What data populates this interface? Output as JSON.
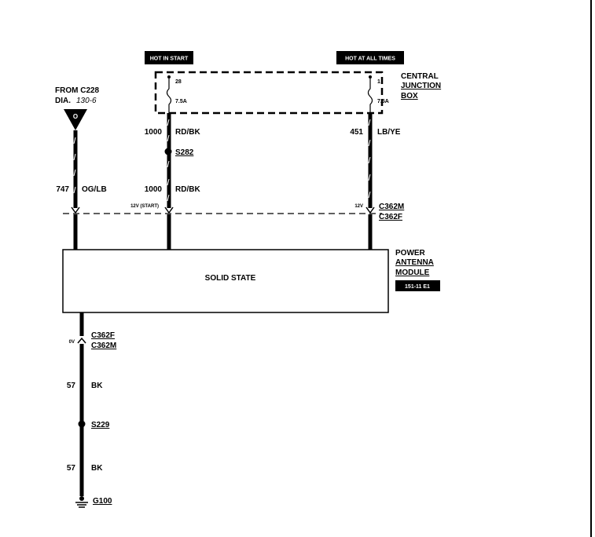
{
  "labels": {
    "hot_in_start": "HOT IN START",
    "hot_at_all_times": "HOT AT ALL TIMES",
    "cjb_line1": "CENTRAL",
    "cjb_line2": "JUNCTION",
    "cjb_line3": "BOX",
    "fuse_left_num": "28",
    "fuse_left_rating": "7.5A",
    "fuse_right_num": "1",
    "fuse_right_rating": "7.5A",
    "from_line1": "FROM C228",
    "from_line2_prefix": "DIA.",
    "from_line2_ref": "130-6",
    "connector_o": "O",
    "wire_1000_top_num": "1000",
    "wire_1000_top_color": "RD/BK",
    "wire_451_num": "451",
    "wire_451_color": "LB/YE",
    "splice_s282": "S282",
    "wire_747_num": "747",
    "wire_747_color": "OG/LB",
    "wire_1000_bot_num": "1000",
    "wire_1000_bot_color": "RD/BK",
    "volt_12v_start": "12V (START)",
    "volt_12v": "12V",
    "conn_c362m_top": "C362M",
    "conn_c362f_top": "C362F",
    "module_line1": "POWER",
    "module_line2": "ANTENNA",
    "module_line3": "MODULE",
    "module_badge": "151-11 E1",
    "solid_state": "SOLID STATE",
    "volt_0v": "0V",
    "conn_c362f_bot": "C362F",
    "conn_c362m_bot": "C362M",
    "wire_57_a_num": "57",
    "wire_57_a_color": "BK",
    "splice_s229": "S229",
    "wire_57_b_num": "57",
    "wire_57_b_color": "BK",
    "ground_g100": "G100"
  },
  "colors": {
    "ink": "#000000",
    "paper": "#ffffff"
  }
}
